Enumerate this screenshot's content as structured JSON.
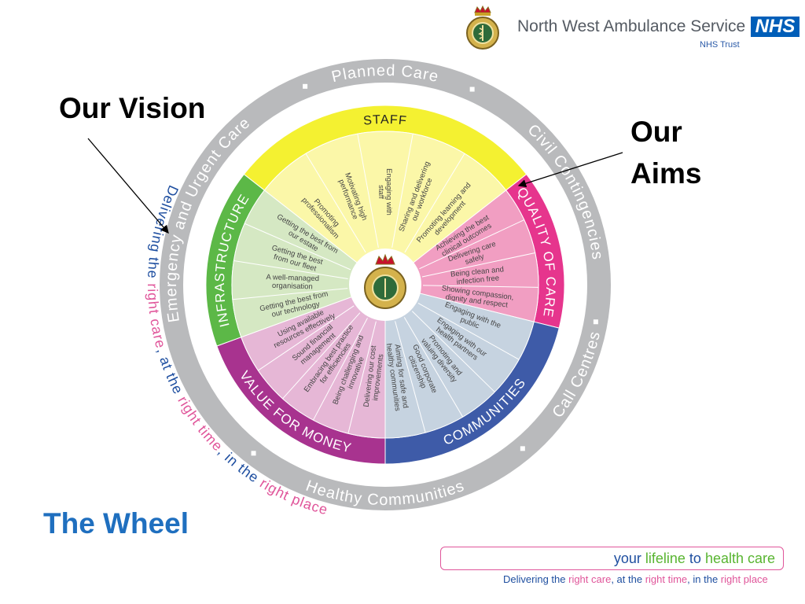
{
  "header": {
    "org_name": "North West Ambulance Service",
    "nhs_logo": "NHS",
    "nhs_trust": "NHS Trust"
  },
  "labels": {
    "our_vision": "Our Vision",
    "our_aims_line1": "Our",
    "our_aims_line2": "Aims",
    "the_wheel": "The Wheel"
  },
  "outer_ring": [
    "Planned Care",
    "Civil Contingencies",
    "Call Centres",
    "Healthy Communities",
    "Emergency and Urgent Care"
  ],
  "vision_arc": {
    "parts": [
      {
        "text": "Delivering the ",
        "color": "#1f4fa0"
      },
      {
        "text": "right care",
        "color": "#e0559a"
      },
      {
        "text": ", at the ",
        "color": "#1f4fa0"
      },
      {
        "text": "right time",
        "color": "#e0559a"
      },
      {
        "text": ", in the ",
        "color": "#1f4fa0"
      },
      {
        "text": "right place",
        "color": "#e0559a"
      }
    ]
  },
  "aims": [
    {
      "name": "STAFF",
      "color": "#f4f131",
      "light": "#fbf7a8",
      "items": [
        "Promoting professionalism",
        "Motivating high performance",
        "Engaging with staff",
        "Sharing and delivering our workforce",
        "Promoting learning and development"
      ]
    },
    {
      "name": "QUALITY OF CARE",
      "color": "#e6358d",
      "light": "#f19ec2",
      "items": [
        "Achieving the best clinical outcomes",
        "Delivering care safely",
        "Being clean and infection free",
        "Showing compassion, dignity and respect"
      ]
    },
    {
      "name": "COMMUNITIES",
      "color": "#3e5ba8",
      "light": "#c6d3e0",
      "items": [
        "Engaging with the public",
        "Engaging with our health partners",
        "Promoting and valuing diversity",
        "Good corporate citizenship",
        "Aiming for safe and healthy communities"
      ]
    },
    {
      "name": "VALUE FOR MONEY",
      "color": "#a8338f",
      "light": "#e6b7d6",
      "items": [
        "Delivering our cost improvements",
        "Being challenging and innovative",
        "Embracing best practice for efficiencies",
        "Sound financial management",
        "Using available resources effectively"
      ]
    },
    {
      "name": "INFRASTRUCTURE",
      "color": "#5cb847",
      "light": "#d5e8c3",
      "items": [
        "Getting the best from our technology",
        "A well-managed organisation",
        "Getting the best from our fleet",
        "Getting the best from our estate"
      ]
    }
  ],
  "footer": {
    "lifeline": {
      "part1": "your ",
      "part2": "lifeline",
      "part3": " to ",
      "part4": "health care"
    },
    "tagline_parts": [
      {
        "text": "Delivering the ",
        "color": "#1f4fa0"
      },
      {
        "text": "right care",
        "color": "#e0559a"
      },
      {
        "text": ", at the ",
        "color": "#1f4fa0"
      },
      {
        "text": "right time",
        "color": "#e0559a"
      },
      {
        "text": ", in the ",
        "color": "#1f4fa0"
      },
      {
        "text": "right place",
        "color": "#e0559a"
      }
    ]
  }
}
